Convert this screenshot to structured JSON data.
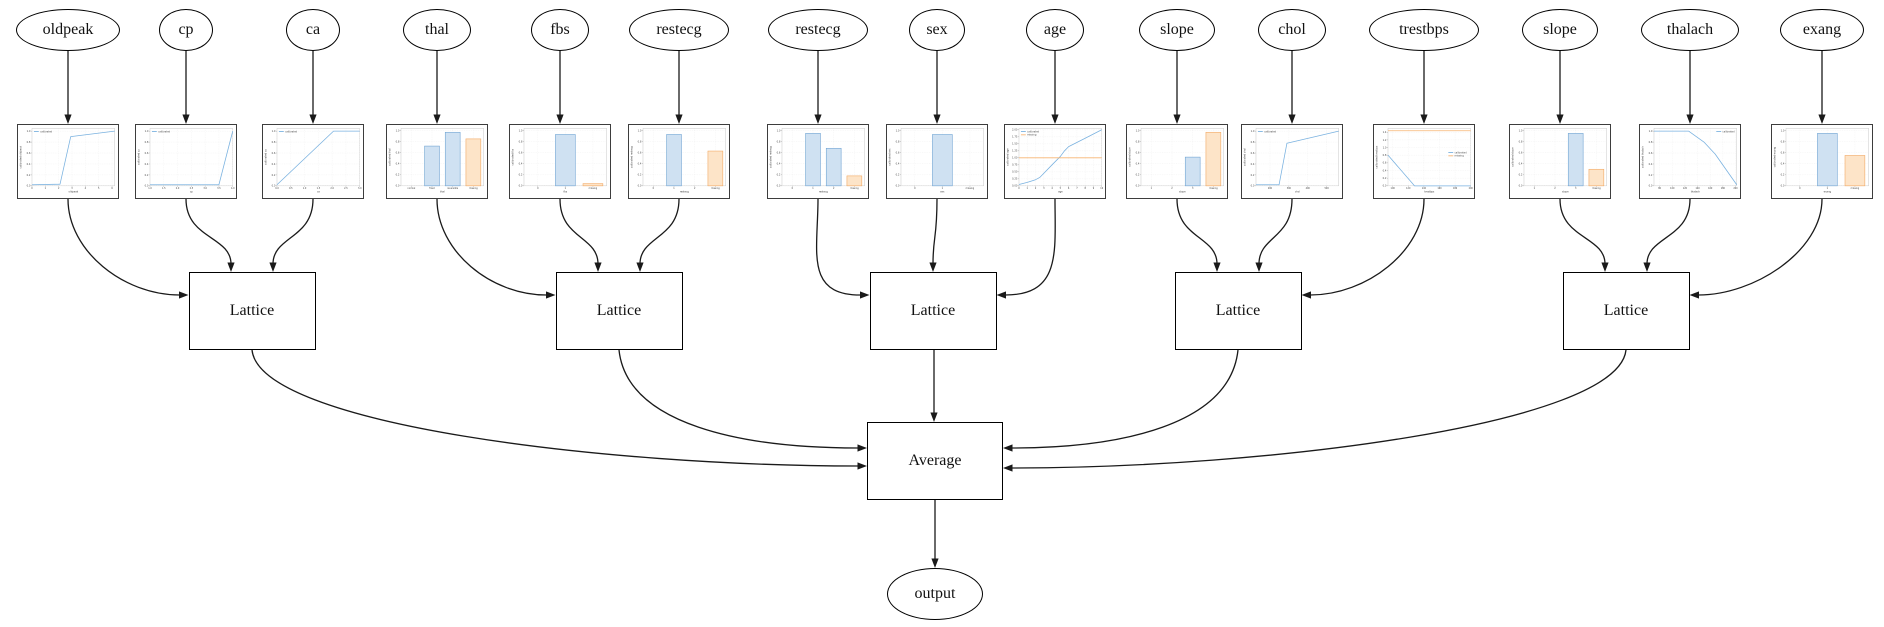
{
  "diagram": {
    "background": "#ffffff",
    "features": [
      "oldpeak",
      "cp",
      "ca",
      "thal",
      "fbs",
      "restecg",
      "restecg",
      "sex",
      "age",
      "slope",
      "chol",
      "trestbps",
      "slope",
      "thalach",
      "exang"
    ],
    "lattice_nodes": [
      {
        "label": "Lattice"
      },
      {
        "label": "Lattice"
      },
      {
        "label": "Lattice"
      },
      {
        "label": "Lattice"
      },
      {
        "label": "Lattice"
      }
    ],
    "lattice_inputs": [
      [
        0,
        1,
        2
      ],
      [
        3,
        4,
        5
      ],
      [
        6,
        7,
        8
      ],
      [
        9,
        10,
        11
      ],
      [
        12,
        13,
        14
      ]
    ],
    "average_node": {
      "label": "Average",
      "inputs": [
        "lattice-1",
        "lattice-2",
        "lattice-3",
        "lattice-4",
        "lattice-5"
      ]
    },
    "output_node": {
      "label": "output",
      "input": "average"
    },
    "colors": {
      "edge": "#1a1a1a",
      "node_border": "#000000",
      "line_blue": "#7ab2e0",
      "line_orange": "#f8b572",
      "bar_blue_fill": "#cfe1f2",
      "bar_blue_edge": "#6fa3d2",
      "bar_orange_fill": "#fde4c8",
      "bar_orange_edge": "#f2a862"
    }
  },
  "chart_data": [
    {
      "feature": "oldpeak",
      "type": "line",
      "xlabel": "oldpeak",
      "ylabel": "calibrated oldpeak",
      "x_range": [
        0,
        6.2
      ],
      "y_range": [
        0,
        1.05
      ],
      "x_ticks": [
        "0",
        "1",
        "2",
        "3",
        "4",
        "5",
        "6"
      ],
      "y_ticks": [
        "0.0",
        "0.2",
        "0.4",
        "0.6",
        "0.8",
        "1.0"
      ],
      "legend": [
        {
          "label": "calibrated",
          "color": "blue"
        }
      ],
      "legend_pos": "top-left",
      "series": [
        {
          "name": "calibrated",
          "color": "blue",
          "points": [
            [
              0,
              0.02
            ],
            [
              2.1,
              0.03
            ],
            [
              2.9,
              0.9
            ],
            [
              6.2,
              1.0
            ]
          ]
        }
      ]
    },
    {
      "feature": "cp",
      "type": "line",
      "xlabel": "cp",
      "ylabel": "calibrated cp",
      "x_range": [
        1,
        4
      ],
      "y_range": [
        0,
        1.05
      ],
      "x_ticks": [
        "1.0",
        "1.5",
        "2.0",
        "2.5",
        "3.0",
        "3.5",
        "4.0"
      ],
      "y_ticks": [
        "0.0",
        "0.2",
        "0.4",
        "0.6",
        "0.8",
        "1.0"
      ],
      "legend": [
        {
          "label": "calibrated",
          "color": "blue"
        }
      ],
      "legend_pos": "top-left",
      "series": [
        {
          "name": "calibrated",
          "color": "blue",
          "points": [
            [
              1,
              0.02
            ],
            [
              3.5,
              0.02
            ],
            [
              4,
              1.0
            ]
          ]
        }
      ]
    },
    {
      "feature": "ca",
      "type": "line",
      "xlabel": "ca",
      "ylabel": "calibrated ca",
      "x_range": [
        0,
        3
      ],
      "y_range": [
        0,
        1.05
      ],
      "x_ticks": [
        "0.0",
        "0.5",
        "1.0",
        "1.5",
        "2.0",
        "2.5",
        "3.0"
      ],
      "y_ticks": [
        "0.0",
        "0.2",
        "0.4",
        "0.6",
        "0.8",
        "1.0"
      ],
      "legend": [
        {
          "label": "calibrated",
          "color": "blue"
        }
      ],
      "legend_pos": "top-left",
      "series": [
        {
          "name": "calibrated",
          "color": "blue",
          "points": [
            [
              0,
              0.02
            ],
            [
              2.05,
              1.0
            ],
            [
              3,
              1.0
            ]
          ]
        }
      ]
    },
    {
      "feature": "thal",
      "type": "bar",
      "xlabel": "thal",
      "ylabel": "calibrated thal",
      "y_range": [
        0,
        1.04
      ],
      "y_ticks": [
        "0.0",
        "0.2",
        "0.4",
        "0.6",
        "0.8",
        "1.0"
      ],
      "categories": [
        "normal",
        "fixed",
        "reversible",
        "missing"
      ],
      "values": [
        0,
        0.72,
        0.97,
        0.85
      ],
      "bar_colors": [
        null,
        "blue",
        "blue",
        "orange"
      ]
    },
    {
      "feature": "fbs",
      "type": "bar",
      "xlabel": "fbs",
      "ylabel": "calibrated fbs",
      "y_range": [
        0,
        1.04
      ],
      "y_ticks": [
        "0.0",
        "0.2",
        "0.4",
        "0.6",
        "0.8",
        "1.0"
      ],
      "categories": [
        "0",
        "1",
        "missing"
      ],
      "values": [
        0,
        0.93,
        0.04
      ],
      "bar_colors": [
        null,
        "blue",
        "orange"
      ]
    },
    {
      "feature": "restecg",
      "type": "bar",
      "xlabel": "restecg",
      "ylabel": "calibrated restecg",
      "y_range": [
        0,
        1.04
      ],
      "y_ticks": [
        "0.0",
        "0.2",
        "0.4",
        "0.6",
        "0.8",
        "1.0"
      ],
      "categories": [
        "0",
        "1",
        "2",
        "missing"
      ],
      "values": [
        0,
        0.93,
        0,
        0.63
      ],
      "bar_colors": [
        null,
        "blue",
        null,
        "orange"
      ]
    },
    {
      "feature": "restecg",
      "type": "bar",
      "xlabel": "restecg",
      "ylabel": "calibrated restecg",
      "y_range": [
        0,
        1.04
      ],
      "y_ticks": [
        "0.0",
        "0.2",
        "0.4",
        "0.6",
        "0.8",
        "1.0"
      ],
      "categories": [
        "0",
        "1",
        "2",
        "missing"
      ],
      "values": [
        0,
        0.95,
        0.68,
        0.18
      ],
      "bar_colors": [
        null,
        "blue",
        "blue",
        "orange"
      ]
    },
    {
      "feature": "sex",
      "type": "bar",
      "xlabel": "sex",
      "ylabel": "calibrated sex",
      "y_range": [
        0,
        1.04
      ],
      "y_ticks": [
        "0.0",
        "0.2",
        "0.4",
        "0.6",
        "0.8",
        "1.0"
      ],
      "categories": [
        "0",
        "1",
        "missing"
      ],
      "values": [
        0,
        0.93,
        0
      ],
      "bar_colors": [
        null,
        "blue",
        null
      ]
    },
    {
      "feature": "age",
      "type": "line",
      "xlabel": "age",
      "ylabel": "calibrated age",
      "x_range": [
        0,
        10
      ],
      "y_range": [
        0,
        2.05
      ],
      "x_ticks": [
        "0",
        "1",
        "2",
        "3",
        "4",
        "5",
        "6",
        "7",
        "8",
        "9",
        "10"
      ],
      "y_ticks": [
        "0.00",
        "0.25",
        "0.50",
        "0.75",
        "1.00",
        "1.25",
        "1.50",
        "1.75",
        "2.00"
      ],
      "legend": [
        {
          "label": "calibrated",
          "color": "blue"
        },
        {
          "label": "missing",
          "color": "orange"
        }
      ],
      "legend_pos": "top-left",
      "series": [
        {
          "name": "calibrated",
          "color": "blue",
          "points": [
            [
              0,
              0.05
            ],
            [
              1,
              0.12
            ],
            [
              2,
              0.22
            ],
            [
              2.5,
              0.3
            ],
            [
              4,
              0.75
            ],
            [
              5,
              1.05
            ],
            [
              5.5,
              1.25
            ],
            [
              6,
              1.4
            ],
            [
              8,
              1.7
            ],
            [
              10,
              2.0
            ]
          ]
        },
        {
          "name": "missing",
          "color": "orange",
          "points": [
            [
              0,
              1.0
            ],
            [
              10,
              1.0
            ]
          ]
        }
      ]
    },
    {
      "feature": "slope",
      "type": "bar",
      "xlabel": "slope",
      "ylabel": "calibrated slope",
      "y_range": [
        0,
        1.04
      ],
      "y_ticks": [
        "0.0",
        "0.2",
        "0.4",
        "0.6",
        "0.8",
        "1.0"
      ],
      "categories": [
        "1",
        "2",
        "3",
        "missing"
      ],
      "values": [
        0,
        0,
        0.52,
        0.97
      ],
      "bar_colors": [
        null,
        null,
        "blue",
        "orange"
      ]
    },
    {
      "feature": "chol",
      "type": "line",
      "xlabel": "chol",
      "ylabel": "calibrated chol",
      "x_range": [
        126,
        564
      ],
      "y_range": [
        0,
        1.05
      ],
      "x_ticks": [
        "200",
        "300",
        "400",
        "500"
      ],
      "y_ticks": [
        "0.0",
        "0.2",
        "0.4",
        "0.6",
        "0.8",
        "1.0"
      ],
      "legend": [
        {
          "label": "calibrated",
          "color": "blue"
        }
      ],
      "legend_pos": "top-left",
      "series": [
        {
          "name": "calibrated",
          "color": "blue",
          "points": [
            [
              126,
              0.02
            ],
            [
              248,
              0.02
            ],
            [
              290,
              0.78
            ],
            [
              564,
              1.0
            ]
          ]
        }
      ]
    },
    {
      "feature": "trestbps",
      "type": "line",
      "xlabel": "trestbps",
      "ylabel": "calibrated trestbps",
      "x_range": [
        94,
        200
      ],
      "y_range": [
        0,
        1.5
      ],
      "x_ticks": [
        "100",
        "120",
        "140",
        "160",
        "180",
        "200"
      ],
      "y_ticks": [
        "0.0",
        "0.2",
        "0.4",
        "0.6",
        "0.8",
        "1.0",
        "1.2",
        "1.4"
      ],
      "legend": [
        {
          "label": "calibrated",
          "color": "blue"
        },
        {
          "label": "missing",
          "color": "orange"
        }
      ],
      "legend_pos": "mid-right",
      "series": [
        {
          "name": "calibrated",
          "color": "blue",
          "points": [
            [
              94,
              0.8
            ],
            [
              128,
              0.0
            ],
            [
              200,
              0.0
            ]
          ]
        },
        {
          "name": "missing",
          "color": "orange",
          "points": [
            [
              94,
              1.44
            ],
            [
              200,
              1.44
            ]
          ]
        }
      ]
    },
    {
      "feature": "slope",
      "type": "bar",
      "xlabel": "slope",
      "ylabel": "calibrated slope",
      "y_range": [
        0,
        1.04
      ],
      "y_ticks": [
        "0.0",
        "0.2",
        "0.4",
        "0.6",
        "0.8",
        "1.0"
      ],
      "categories": [
        "1",
        "2",
        "3",
        "missing"
      ],
      "values": [
        0,
        0,
        0.95,
        0.3
      ],
      "bar_colors": [
        null,
        null,
        "blue",
        "orange"
      ]
    },
    {
      "feature": "thalach",
      "type": "line",
      "xlabel": "thalach",
      "ylabel": "calibrated thalach",
      "x_range": [
        71,
        202
      ],
      "y_range": [
        0,
        1.05
      ],
      "x_ticks": [
        "80",
        "100",
        "120",
        "140",
        "160",
        "180",
        "200"
      ],
      "y_ticks": [
        "0.0",
        "0.2",
        "0.4",
        "0.6",
        "0.8",
        "1.0"
      ],
      "legend": [
        {
          "label": "calibrated",
          "color": "blue"
        }
      ],
      "legend_pos": "top-right",
      "series": [
        {
          "name": "calibrated",
          "color": "blue",
          "points": [
            [
              71,
              1.0
            ],
            [
              126,
              1.0
            ],
            [
              150,
              0.8
            ],
            [
              168,
              0.58
            ],
            [
              202,
              0.02
            ]
          ]
        }
      ]
    },
    {
      "feature": "exang",
      "type": "bar",
      "xlabel": "exang",
      "ylabel": "calibrated exang",
      "y_range": [
        0,
        1.04
      ],
      "y_ticks": [
        "0.0",
        "0.2",
        "0.4",
        "0.6",
        "0.8",
        "1.0"
      ],
      "categories": [
        "0",
        "1",
        "missing"
      ],
      "values": [
        0,
        0.95,
        0.55
      ],
      "bar_colors": [
        null,
        "blue",
        "orange"
      ]
    }
  ]
}
